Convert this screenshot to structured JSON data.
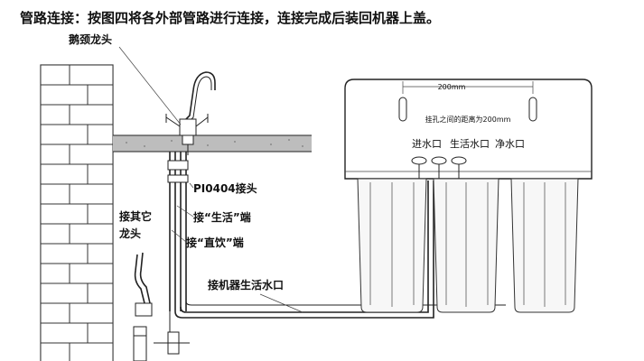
{
  "heading": "管路连接：按图四将各外部管路进行连接，连接完成后装回机器上盖。",
  "labels": {
    "gooseneck_faucet": "鹅颈龙头",
    "pi_fitting": "PI0404接头",
    "to_tap_water_port": "接“生活”端",
    "to_direct_drink_port": "接“直饮”端",
    "other_faucet_line1": "接其它",
    "other_faucet_line2": "龙头",
    "machine_tap_water_port": "接机器生活水口"
  },
  "unit": {
    "dimension_text": "200mm",
    "hole_spacing_note": "挂孔之间的距离为200mm",
    "ports": [
      "进水口",
      "生活水口",
      "净水口"
    ]
  }
}
